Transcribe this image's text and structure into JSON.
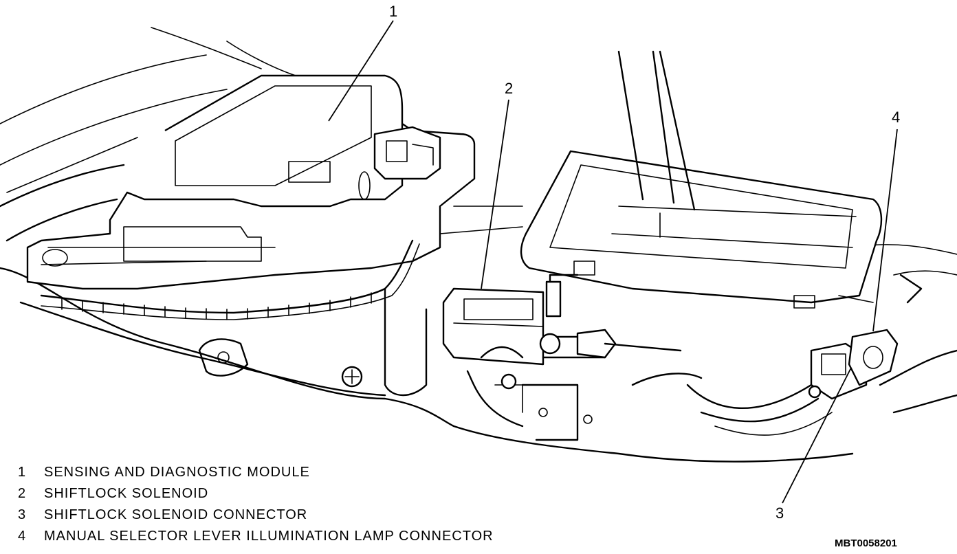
{
  "callouts": [
    {
      "number": "1"
    },
    {
      "number": "2"
    },
    {
      "number": "3"
    },
    {
      "number": "4"
    }
  ],
  "legend": [
    {
      "number": "1",
      "label": "SENSING AND DIAGNOSTIC MODULE"
    },
    {
      "number": "2",
      "label": "SHIFTLOCK SOLENOID"
    },
    {
      "number": "3",
      "label": "SHIFTLOCK SOLENOID CONNECTOR"
    },
    {
      "number": "4",
      "label": "MANUAL SELECTOR LEVER ILLUMINATION LAMP CONNECTOR"
    }
  ],
  "figure_id": "MBT0058201"
}
